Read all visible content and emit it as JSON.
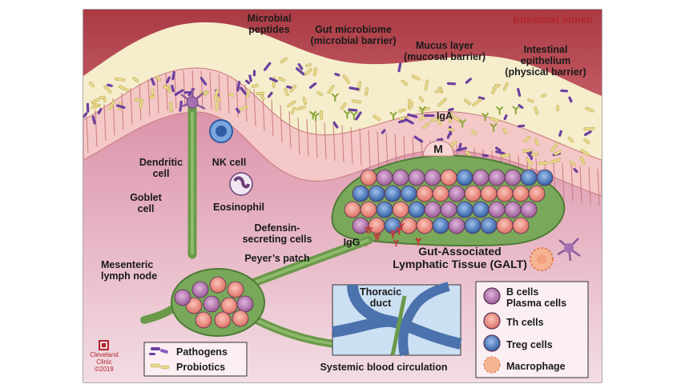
{
  "labels": {
    "lumen": "Intestinal lumen",
    "microbial_peptides_1": "Microbial",
    "microbial_peptides_2": "peptides",
    "gut_microbiome_1": "Gut microbiome",
    "gut_microbiome_2": "(microbial barrier)",
    "mucus_1": "Mucus layer",
    "mucus_2": "(mucosal barrier)",
    "epithelium_1": "Intestinal",
    "epithelium_2": "epithelium",
    "epithelium_3": "(physical barrier)",
    "iga": "IgA",
    "m_cell": "M",
    "nk_cell": "NK cell",
    "dendritic_1": "Dendritic",
    "dendritic_2": "cell",
    "goblet_1": "Goblet",
    "goblet_2": "cell",
    "eosinophil": "Eosinophil",
    "defensin_1": "Defensin-",
    "defensin_2": "secreting cells",
    "igg": "IgG",
    "peyers_patch": "Peyer’s patch",
    "galt_1": "Gut-Associated",
    "galt_2": "Lymphatic Tissue (GALT)",
    "mesenteric_1": "Mesenteric",
    "mesenteric_2": "lymph node",
    "thoracic_1": "Thoracic",
    "thoracic_2": "duct",
    "systemic": "Systemic blood circulation"
  },
  "legend_cells": [
    {
      "label": "B cells",
      "label2": "Plasma cells",
      "icon": "b-cell-icon",
      "color": "#b77bb0"
    },
    {
      "label": "Th cells",
      "label2": "",
      "icon": "th-cell-icon",
      "color": "#ef8f83"
    },
    {
      "label": "Treg cells",
      "label2": "",
      "icon": "treg-cell-icon",
      "color": "#3d6fb8"
    },
    {
      "label": "Macrophage",
      "label2": "",
      "icon": "macrophage-icon",
      "color": "#f0a07a"
    }
  ],
  "legend_microbes": [
    {
      "label": "Pathogens",
      "icon": "pathogen-icon",
      "color": "#6b3fa0"
    },
    {
      "label": "Probiotics",
      "icon": "probiotic-icon",
      "color": "#e8d98a"
    }
  ],
  "logo": {
    "line1": "Cleveland",
    "line2": "Clinic",
    "line3": "©2019"
  },
  "colors": {
    "lumen": "#c7515a",
    "mucus": "#f5edcc",
    "epithelium": "#f4c8c6",
    "lamina": "#e6aab8",
    "lymph": "#6b9a4a",
    "vessel": "#4b72ad"
  }
}
